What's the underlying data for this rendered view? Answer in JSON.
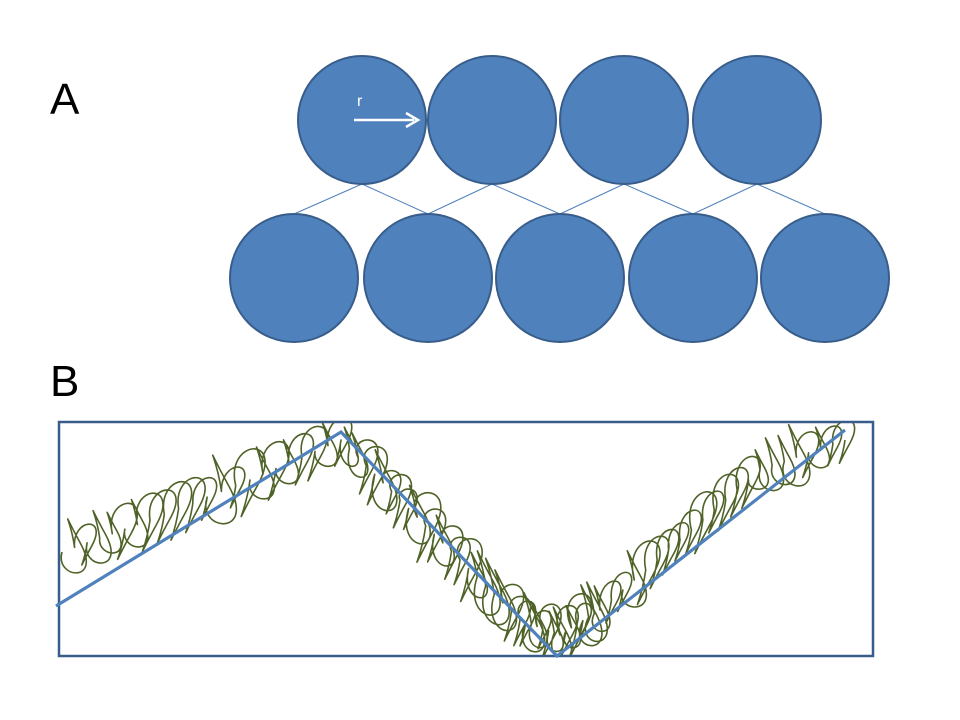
{
  "panels": {
    "a_label": "A",
    "b_label": "B"
  },
  "diagram_a": {
    "radius_label": "r",
    "circle_fill": "#4f81bd",
    "circle_stroke": "#385d8a",
    "link_color": "#4f81bd",
    "arrow_color": "#ffffff",
    "top_row_count": 4,
    "bottom_row_count": 5
  },
  "diagram_b": {
    "frame_color": "#385d8a",
    "zigzag_color": "#4f81bd",
    "chain_color": "#4f6228"
  }
}
